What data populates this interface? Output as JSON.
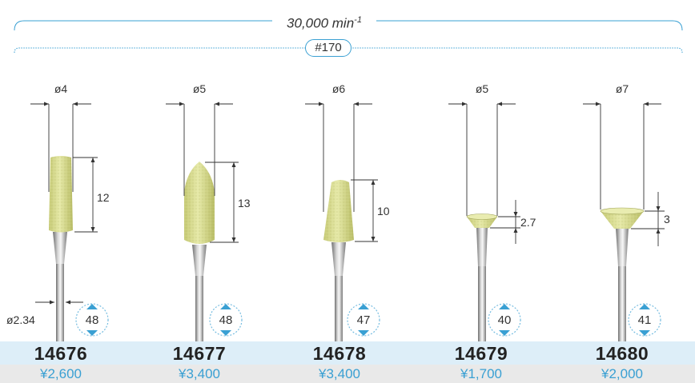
{
  "header": {
    "speed": "30,000",
    "speed_unit": "min",
    "speed_exp": "-1",
    "grit": "#170"
  },
  "colors": {
    "accent": "#3aa0d3",
    "stone": "#d7dc8a",
    "code_bg": "#ddeef8",
    "price_bg": "#e9e9e9"
  },
  "products": [
    {
      "code": "14676",
      "price": "¥2,600",
      "diameter": "ø4",
      "length": "12",
      "total_length": "48",
      "shank": "ø2.34",
      "shape": "cylinder"
    },
    {
      "code": "14677",
      "price": "¥3,400",
      "diameter": "ø5",
      "length": "13",
      "total_length": "48",
      "shape": "bullet"
    },
    {
      "code": "14678",
      "price": "¥3,400",
      "diameter": "ø6",
      "length": "10",
      "total_length": "47",
      "shape": "taper"
    },
    {
      "code": "14679",
      "price": "¥1,700",
      "diameter": "ø5",
      "length": "2.7",
      "total_length": "40",
      "shape": "cup"
    },
    {
      "code": "14680",
      "price": "¥2,000",
      "diameter": "ø7",
      "length": "3",
      "total_length": "41",
      "shape": "cup"
    }
  ]
}
